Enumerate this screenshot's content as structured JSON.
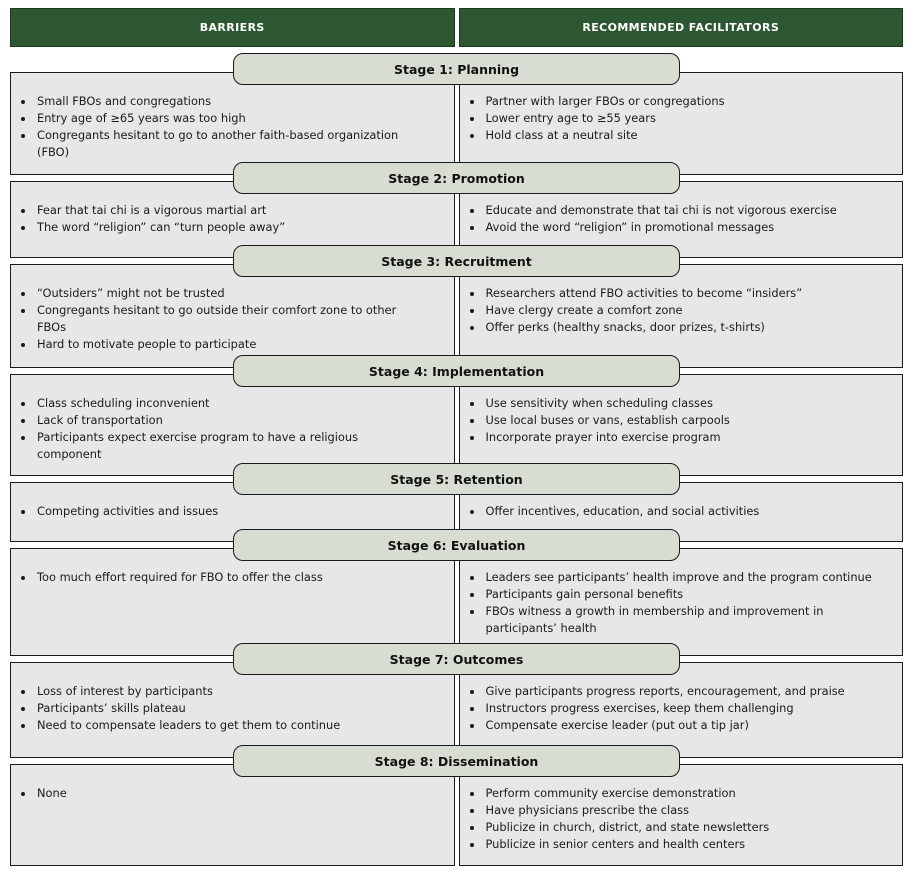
{
  "header": {
    "left": "BARRIERS",
    "right": "RECOMMENDED FACILITATORS"
  },
  "colors": {
    "header_bg": "#2d5731",
    "header_text": "#ffffff",
    "stage_pill_bg": "#d7ddd2",
    "cell_bg": "#e7e7e7",
    "border": "#1a1a1a"
  },
  "stages": [
    {
      "title": "Stage 1: Planning",
      "barriers": [
        "Small FBOs and congregations",
        "Entry age of ≥65 years was too high",
        "Congregants hesitant to go to another faith-based organization (FBO)"
      ],
      "facilitators": [
        "Partner with larger FBOs or congregations",
        "Lower entry age to ≥55 years",
        "Hold class at a neutral site"
      ]
    },
    {
      "title": "Stage 2: Promotion",
      "barriers": [
        "Fear that tai chi is a vigorous martial art",
        "The word “religion” can “turn people away”"
      ],
      "facilitators": [
        "Educate and demonstrate that tai chi is not vigorous exercise",
        "Avoid the word “religion” in promotional messages"
      ]
    },
    {
      "title": "Stage 3: Recruitment",
      "barriers": [
        "“Outsiders” might not be trusted",
        "Congregants hesitant to go outside their comfort zone to other FBOs",
        "Hard to motivate people to participate"
      ],
      "facilitators": [
        "Researchers attend FBO activities to become “insiders”",
        "Have clergy create a comfort zone",
        "Offer perks (healthy snacks, door prizes, t-shirts)"
      ]
    },
    {
      "title": "Stage 4: Implementation",
      "barriers": [
        "Class scheduling inconvenient",
        "Lack of transportation",
        "Participants expect exercise program to have a religious component"
      ],
      "facilitators": [
        "Use sensitivity when scheduling classes",
        "Use local buses or vans, establish carpools",
        "Incorporate prayer into exercise program"
      ]
    },
    {
      "title": "Stage 5: Retention",
      "barriers": [
        "Competing activities and issues"
      ],
      "facilitators": [
        "Offer incentives, education, and social activities"
      ]
    },
    {
      "title": "Stage 6: Evaluation",
      "barriers": [
        "Too much effort required for FBO to offer the class"
      ],
      "facilitators": [
        "Leaders see participants’ health improve and the program continue",
        "Participants gain personal benefits",
        "FBOs witness a growth in membership and improvement in participants’ health"
      ]
    },
    {
      "title": "Stage 7: Outcomes",
      "barriers": [
        "Loss of interest by participants",
        "Participants’ skills plateau",
        "Need to compensate leaders to get them to continue"
      ],
      "facilitators": [
        "Give participants progress reports, encouragement, and praise",
        "Instructors progress exercises, keep them challenging",
        "Compensate exercise leader (put out a tip jar)"
      ]
    },
    {
      "title": "Stage 8: Dissemination",
      "barriers": [
        "None"
      ],
      "facilitators": [
        "Perform community exercise demonstration",
        "Have physicians prescribe the class",
        "Publicize in church, district, and state newsletters",
        "Publicize in senior centers and health centers"
      ]
    }
  ]
}
